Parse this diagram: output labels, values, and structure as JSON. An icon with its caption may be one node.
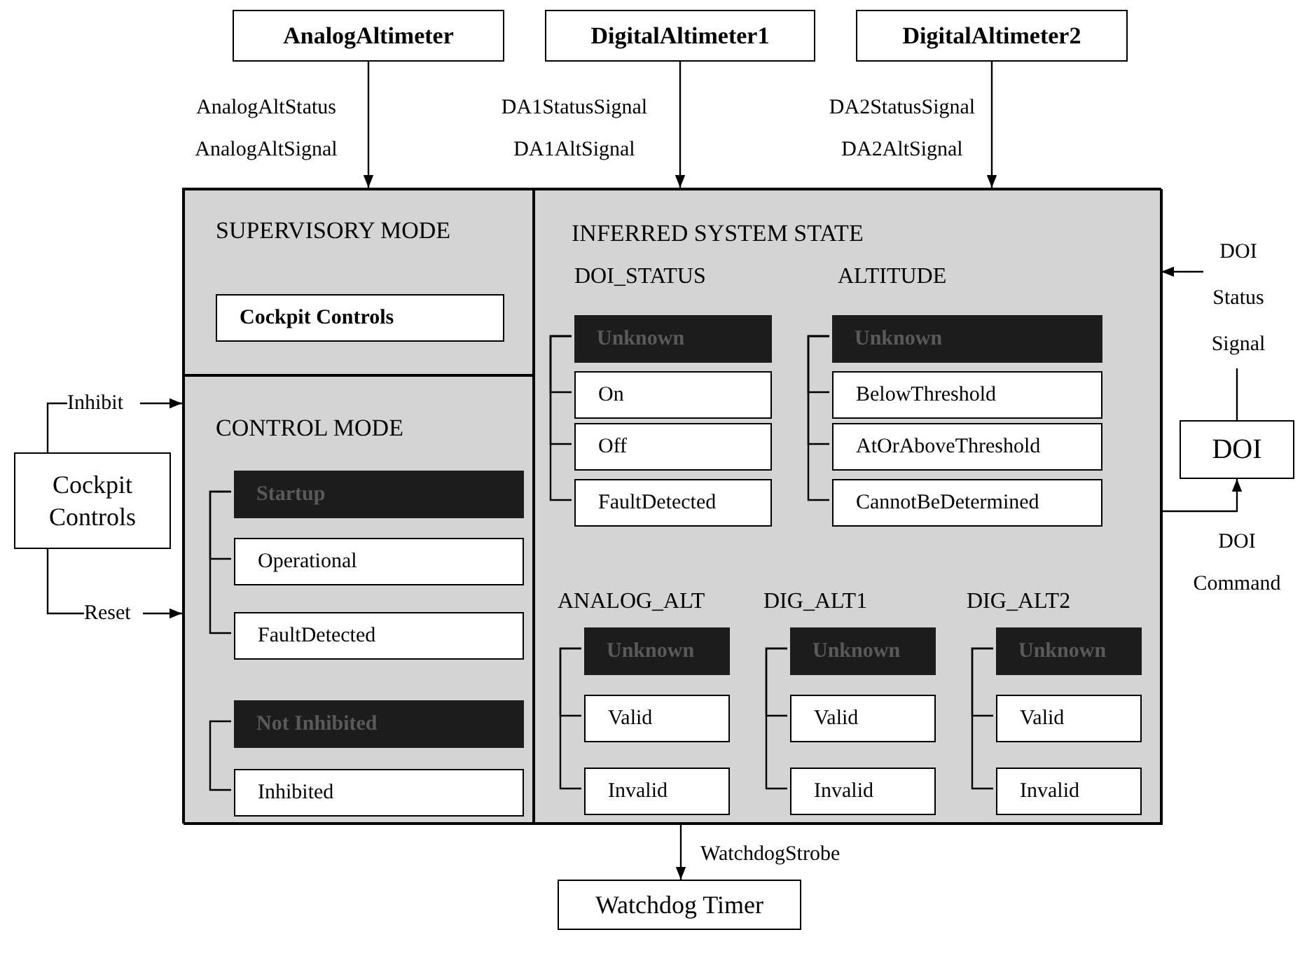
{
  "diagram": {
    "nodes": [
      {
        "text": [
          "AnalogAltimeter"
        ]
      },
      {
        "text": [
          "DigitalAltimeter1"
        ]
      },
      {
        "text": [
          "DigitalAltimeter2"
        ]
      },
      {
        "text": [],
        "shape": "box"
      },
      {
        "text": [
          "SUPERVISORY MODE"
        ],
        "in": 3
      },
      {
        "text": [
          "Cockpit Controls"
        ],
        "in": 4
      },
      {
        "text": [
          "CONTROL MODE"
        ],
        "in": 3
      },
      {
        "text": [
          "Startup"
        ],
        "in": 6
      },
      {
        "text": [
          "Operational"
        ],
        "in": 6
      },
      {
        "text": [
          "FaultDetected"
        ],
        "in": 6
      },
      {
        "text": [
          "Not Inhibited"
        ],
        "in": 6
      },
      {
        "text": [
          "Inhibited"
        ],
        "in": 6
      },
      {
        "text": [
          "INFERRED SYSTEM STATE"
        ],
        "in": 3
      },
      {
        "text": [
          "Unknown"
        ],
        "in": 12
      },
      {
        "text": [
          "On"
        ],
        "in": 12
      },
      {
        "text": [
          "Off"
        ],
        "in": 12
      },
      {
        "text": [
          "FaultDetected"
        ],
        "in": 12
      },
      {
        "text": [
          "Unknown"
        ],
        "in": 12
      },
      {
        "text": [
          "BelowThreshold"
        ],
        "in": 12
      },
      {
        "text": [
          "AtOrAboveThreshold"
        ],
        "in": 12
      },
      {
        "text": [
          "CannotBeDetermined"
        ],
        "in": 12
      },
      {
        "text": [
          "Unknown"
        ],
        "in": 12
      },
      {
        "text": [
          "Valid"
        ],
        "in": 12
      },
      {
        "text": [
          "Invalid"
        ],
        "in": 12
      },
      {
        "text": [
          "Unknown"
        ],
        "in": 12
      },
      {
        "text": [
          "Valid"
        ],
        "in": 12
      },
      {
        "text": [
          "Invalid"
        ],
        "in": 12
      },
      {
        "text": [
          "Unknown"
        ],
        "in": 12
      },
      {
        "text": [
          "Valid"
        ],
        "in": 12
      },
      {
        "text": [
          "Invalid"
        ],
        "in": 12
      },
      {
        "text": [
          "Cockpit Controls"
        ]
      },
      {
        "text": [
          "DOI"
        ]
      },
      {
        "text": [
          "Watchdog Timer"
        ]
      }
    ],
    "edges": [
      {
        "from": 0,
        "to": 3,
        "arrow": "to",
        "label": "AnalogAltStatus AnalogAltSignal"
      },
      {
        "from": 1,
        "to": 3,
        "arrow": "to",
        "label": "DA1StatusSignal DA1AltSignal"
      },
      {
        "from": 2,
        "to": 3,
        "arrow": "to",
        "label": "DA2StatusSignal DA2AltSignal"
      },
      {
        "from": 31,
        "to": 3,
        "arrow": "to",
        "label": "DOI Status Signal"
      },
      {
        "from": 3,
        "to": 31,
        "arrow": "to",
        "label": "DOI Command"
      },
      {
        "from": 30,
        "to": 6,
        "arrow": "to",
        "label": "Inhibit"
      },
      {
        "from": 30,
        "to": 6,
        "arrow": "to",
        "label": "Reset"
      },
      {
        "from": 3,
        "to": 32,
        "arrow": "to",
        "label": "WatchdogStrobe"
      },
      {
        "from": 7,
        "to": 8,
        "arrow": "none"
      },
      {
        "from": 7,
        "to": 9,
        "arrow": "none"
      },
      {
        "from": 10,
        "to": 11,
        "arrow": "none"
      },
      {
        "from": 13,
        "to": 14,
        "arrow": "none"
      },
      {
        "from": 13,
        "to": 15,
        "arrow": "none"
      },
      {
        "from": 13,
        "to": 16,
        "arrow": "none"
      },
      {
        "from": 17,
        "to": 18,
        "arrow": "none"
      },
      {
        "from": 17,
        "to": 19,
        "arrow": "none"
      },
      {
        "from": 17,
        "to": 20,
        "arrow": "none"
      },
      {
        "from": 21,
        "to": 22,
        "arrow": "none"
      },
      {
        "from": 21,
        "to": 23,
        "arrow": "none"
      },
      {
        "from": 24,
        "to": 25,
        "arrow": "none"
      },
      {
        "from": 24,
        "to": 26,
        "arrow": "none"
      },
      {
        "from": 27,
        "to": 28,
        "arrow": "none"
      },
      {
        "from": 27,
        "to": 29,
        "arrow": "none"
      }
    ],
    "labels": [
      "DOI_STATUS",
      "ALTITUDE",
      "ANALOG_ALT",
      "DIG_ALT1",
      "DIG_ALT2"
    ]
  }
}
